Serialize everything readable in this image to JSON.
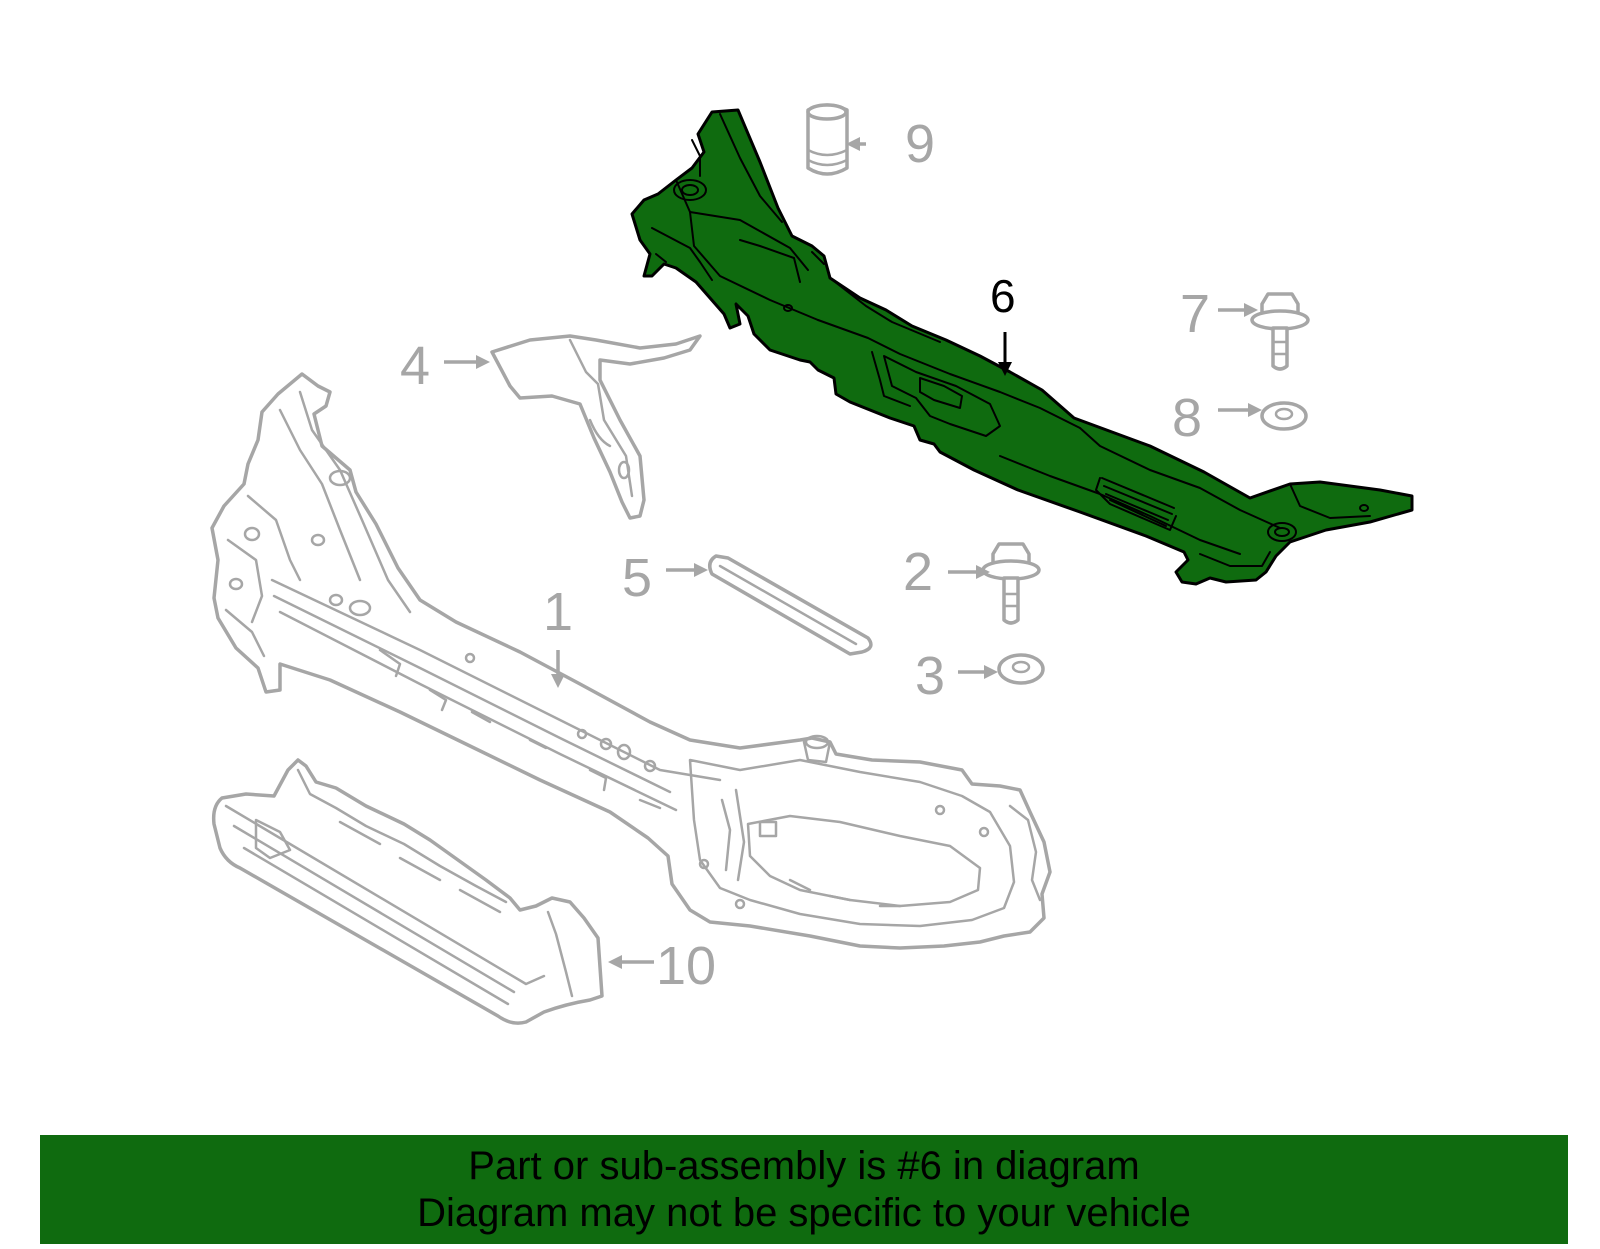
{
  "callouts": {
    "c1": "1",
    "c2": "2",
    "c3": "3",
    "c4": "4",
    "c5": "5",
    "c6": "6",
    "c7": "7",
    "c8": "8",
    "c9": "9",
    "c10": "10"
  },
  "banner": {
    "line1": "Part or sub-assembly is #6 in diagram",
    "line2": "Diagram may not be specific to your vehicle"
  },
  "colors": {
    "highlight": "#0f6b0f",
    "outline_gray": "#a6a6a6"
  }
}
